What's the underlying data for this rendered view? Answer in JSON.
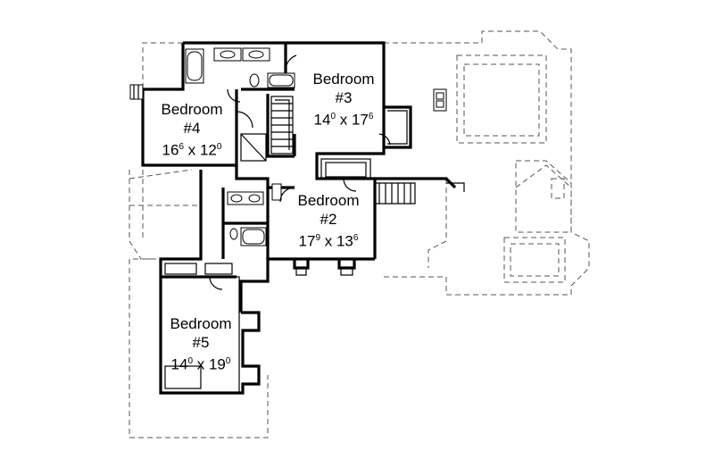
{
  "rooms": [
    {
      "id": "bedroom-3",
      "name": "Bedroom",
      "number": "#3",
      "w_ft": "14",
      "w_in": "0",
      "l_ft": "17",
      "l_in": "6"
    },
    {
      "id": "bedroom-4",
      "name": "Bedroom",
      "number": "#4",
      "w_ft": "16",
      "w_in": "6",
      "l_ft": "12",
      "l_in": "0"
    },
    {
      "id": "bedroom-2",
      "name": "Bedroom",
      "number": "#2",
      "w_ft": "17",
      "w_in": "9",
      "l_ft": "13",
      "l_in": "6"
    },
    {
      "id": "bedroom-5",
      "name": "Bedroom",
      "number": "#5",
      "w_ft": "14",
      "w_in": "0",
      "l_ft": "19",
      "l_in": "0"
    }
  ],
  "dim_separator": " x "
}
